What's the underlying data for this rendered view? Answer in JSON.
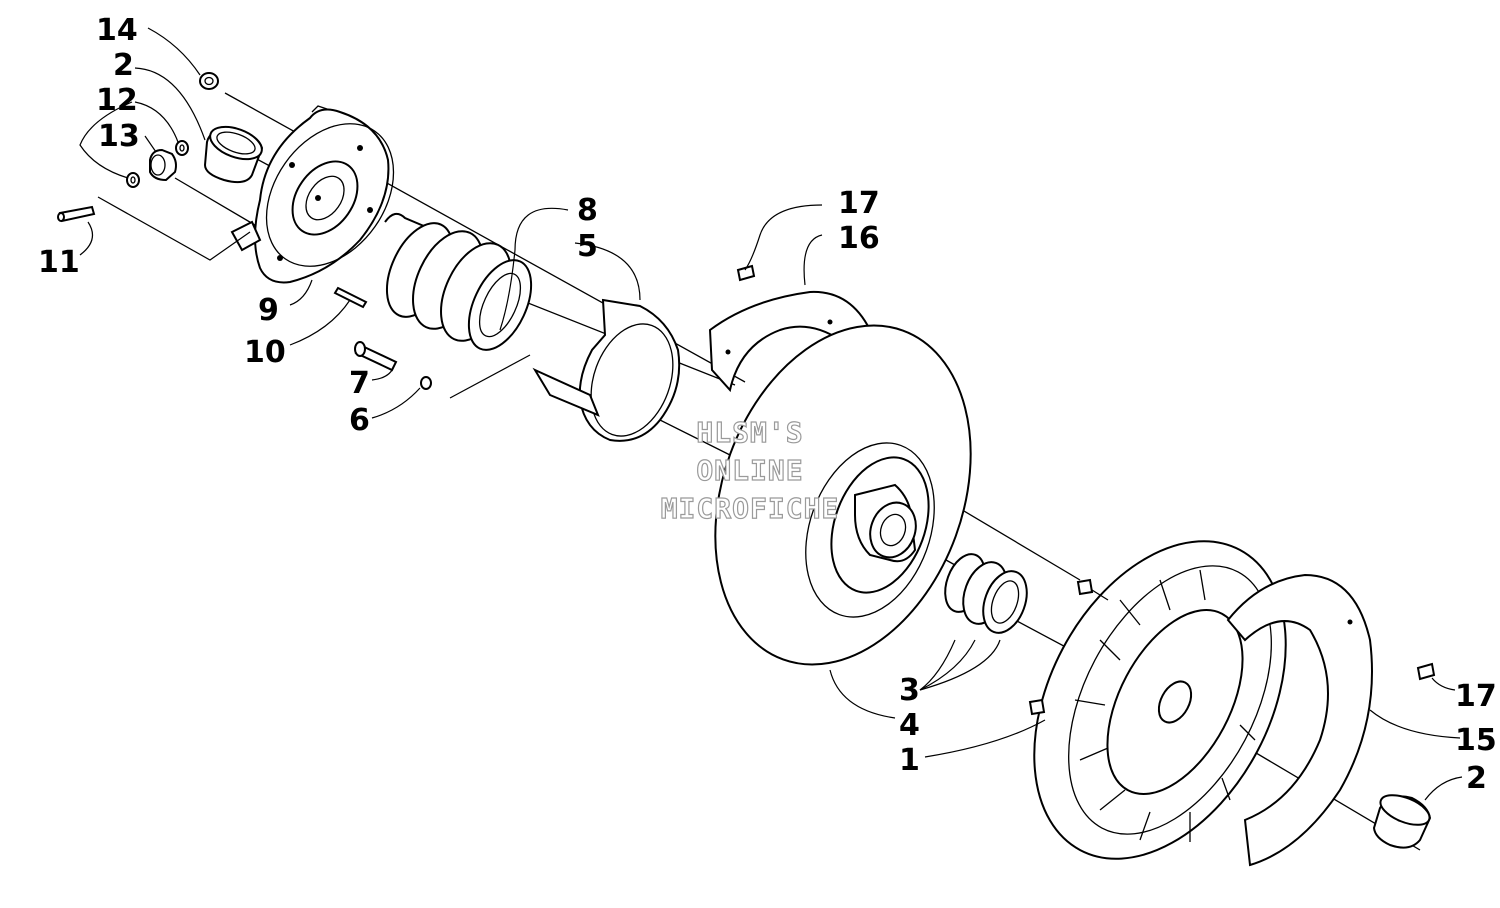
{
  "callouts": {
    "c14": "14",
    "c2a": "2",
    "c12": "12",
    "c13": "13",
    "c11": "11",
    "c9": "9",
    "c10": "10",
    "c7": "7",
    "c6": "6",
    "c8": "8",
    "c5": "5",
    "c17a": "17",
    "c16": "16",
    "c3": "3",
    "c4": "4",
    "c1": "1",
    "c17b": "17",
    "c15": "15",
    "c2b": "2"
  },
  "watermark": {
    "line1": "HLSM'S",
    "line2": "ONLINE",
    "line3": "MICROFICHE"
  }
}
